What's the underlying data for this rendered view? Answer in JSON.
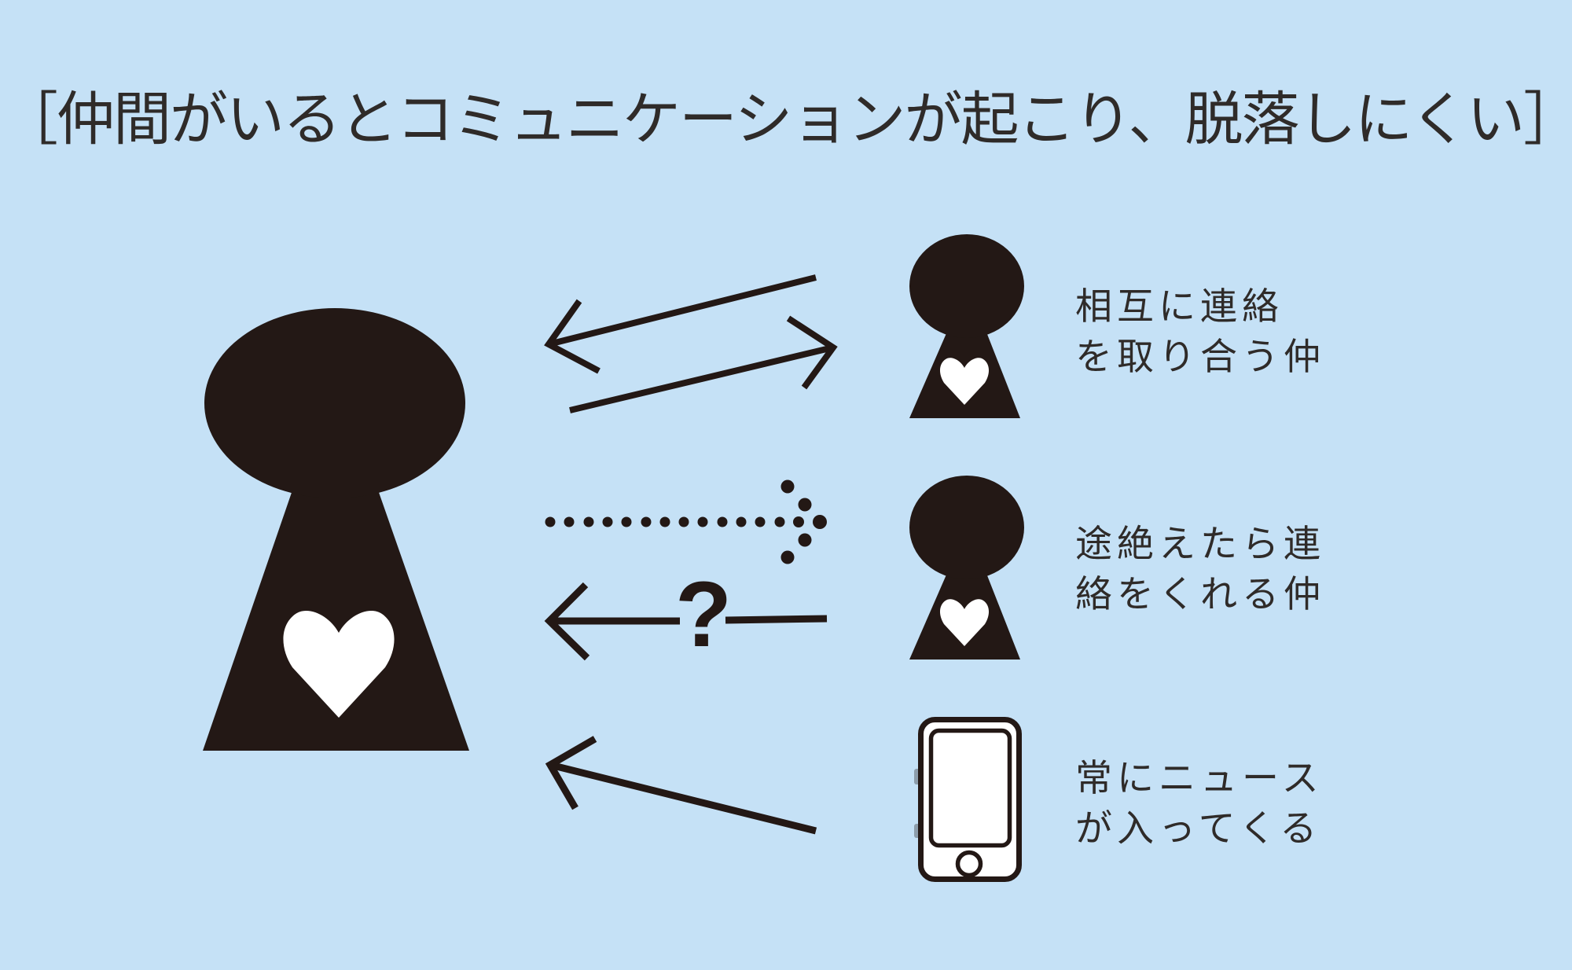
{
  "title": "［仲間がいるとコミュニケーションが起こり、脱落しにくい］",
  "colors": {
    "background": "#c5e1f6",
    "ink": "#231815",
    "text": "#2f2b29",
    "heart": "#ffffff",
    "phone_body": "#ffffff",
    "phone_side_button": "#8d9dab"
  },
  "diagram": {
    "subject": {
      "icon": "person-with-heart-large-icon"
    },
    "rows": [
      {
        "relation": "mutual-contact",
        "arrow": "two-solid-diagonal-arrows-left-and-right",
        "icon": "person-with-heart-icon",
        "label": {
          "line1": "相互に連絡",
          "line2": "を取り合う仲"
        }
      },
      {
        "relation": "reconnect-when-lost",
        "arrow": "dotted-arrow-right-and-solid-questioned-arrow-left",
        "icon": "person-with-heart-icon",
        "question_mark": "?",
        "label": {
          "line1": "途絶えたら連",
          "line2": "絡をくれる仲"
        }
      },
      {
        "relation": "incoming-news",
        "arrow": "solid-diagonal-arrow-left",
        "icon": "smartphone-icon",
        "label": {
          "line1": "常にニュース",
          "line2": "が入ってくる"
        }
      }
    ]
  }
}
